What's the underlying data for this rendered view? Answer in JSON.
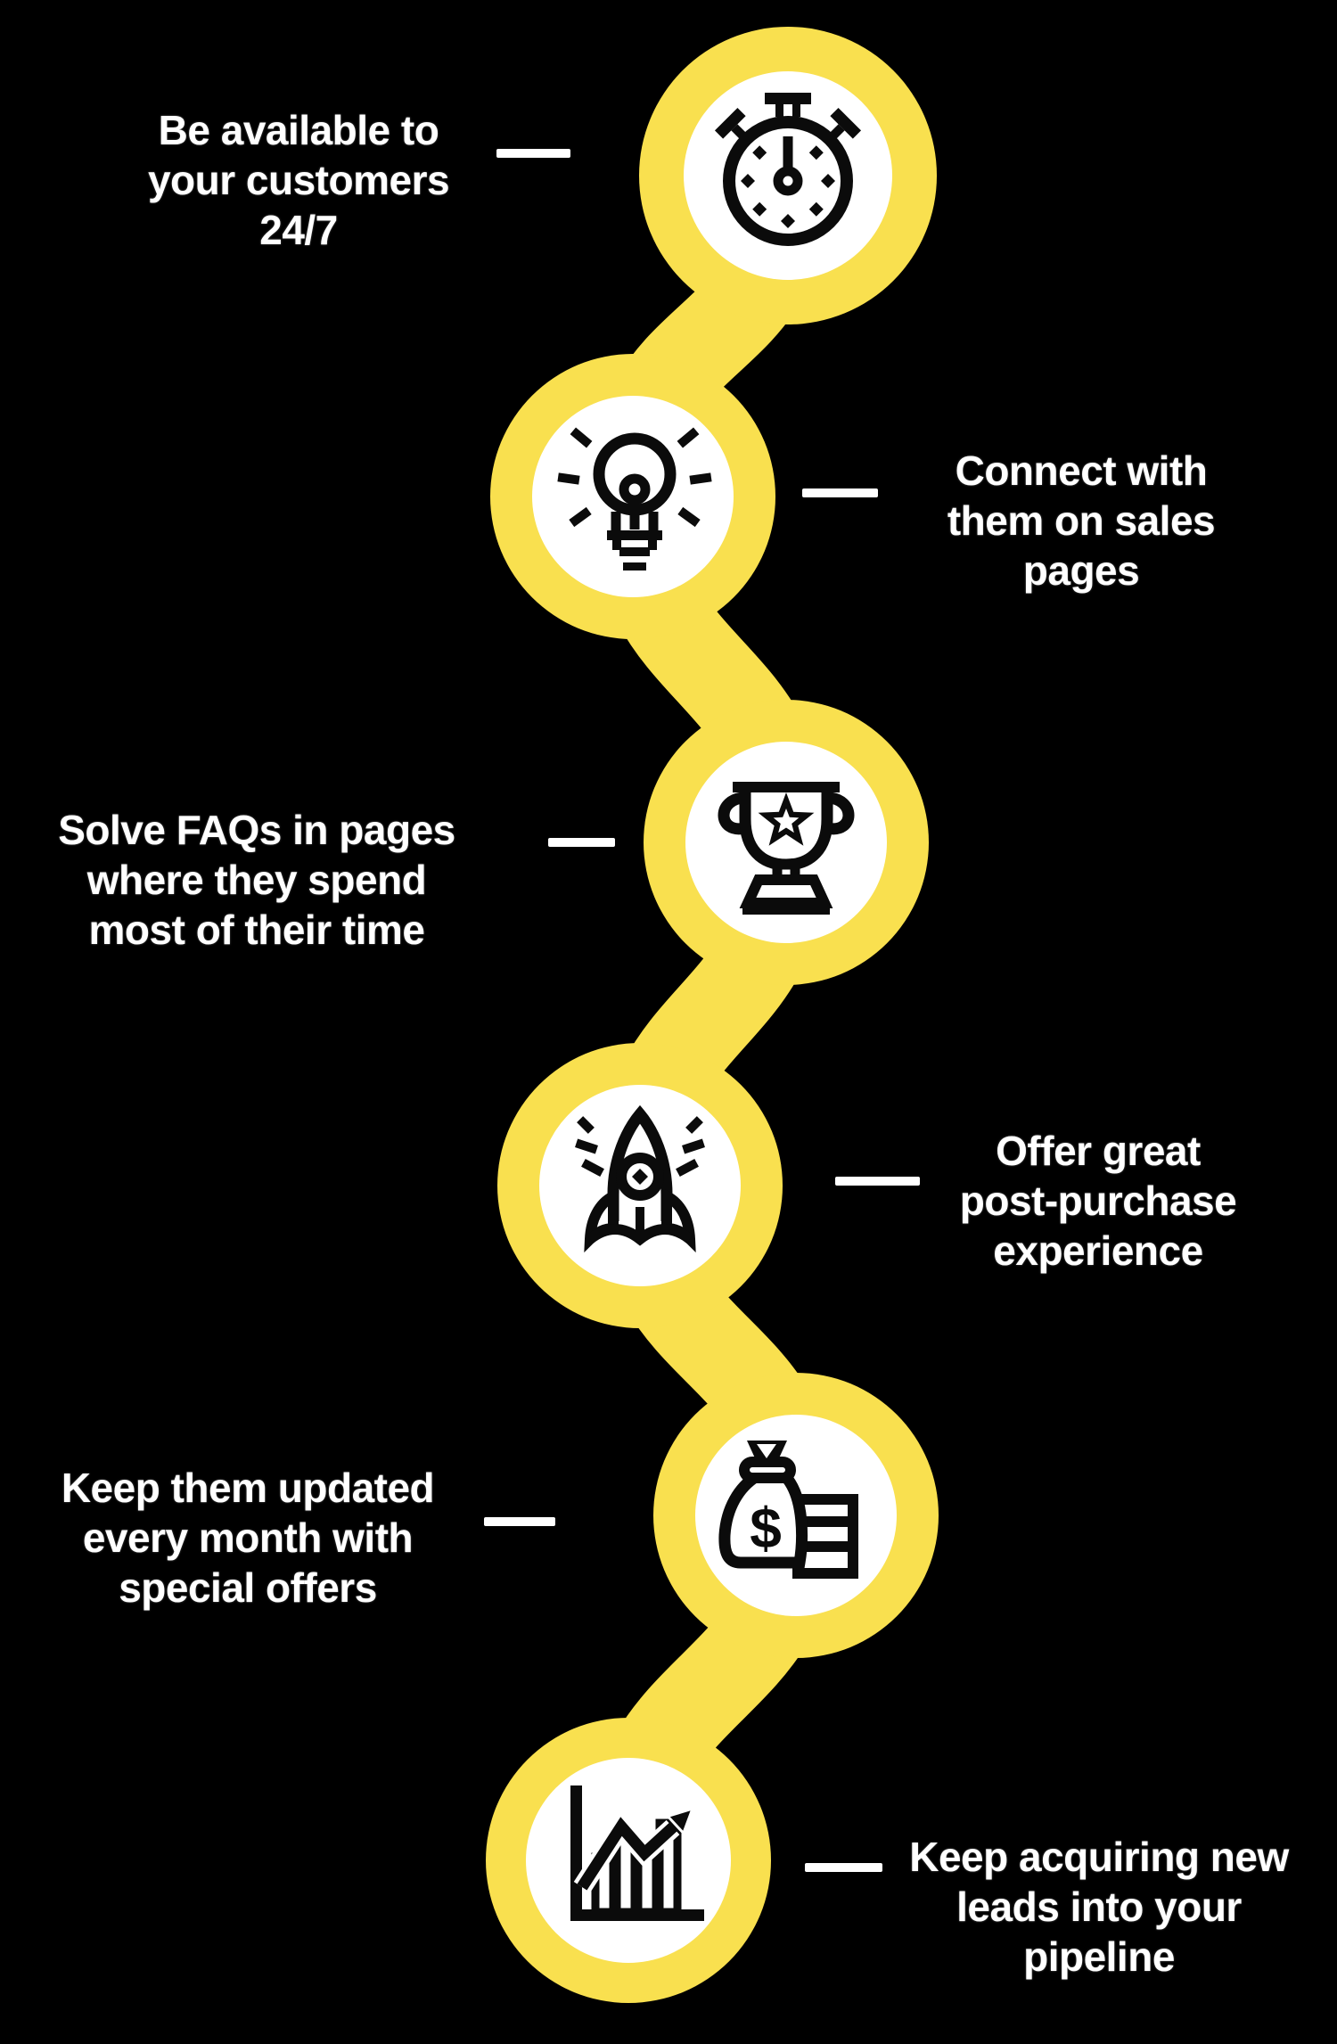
{
  "title": "Customer lifecycle infographic",
  "colors": {
    "background": "#000000",
    "accent_yellow": "#F9E04F",
    "circle_fill": "#FFFFFF",
    "icon_stroke": "#0B0B0B",
    "text": "#FFFFFF",
    "dash": "#FFFFFF"
  },
  "money_symbol": "$",
  "items": [
    {
      "icon": "stopwatch-icon",
      "label": "Be available to your customers 24/7",
      "lines": [
        "Be available to",
        "your customers",
        "24/7"
      ]
    },
    {
      "icon": "lightbulb-icon",
      "label": "Connect with them on sales pages",
      "lines": [
        "Connect with",
        "them on sales",
        "pages"
      ]
    },
    {
      "icon": "trophy-icon",
      "label": "Solve FAQs in pages where they spend most of their time",
      "lines": [
        "Solve FAQs in pages",
        "where they spend",
        "most of their time"
      ]
    },
    {
      "icon": "rocket-icon",
      "label": "Offer great post-purchase experience",
      "lines": [
        "Offer great",
        "post-purchase",
        "experience"
      ]
    },
    {
      "icon": "money-bag-icon",
      "label": "Keep them updated every month with special offers",
      "lines": [
        "Keep them updated",
        "every month with",
        "special offers"
      ]
    },
    {
      "icon": "growth-chart-icon",
      "label": "Keep acquiring new leads into your pipeline",
      "lines": [
        "Keep acquiring new",
        "leads into your",
        "pipeline"
      ]
    }
  ]
}
